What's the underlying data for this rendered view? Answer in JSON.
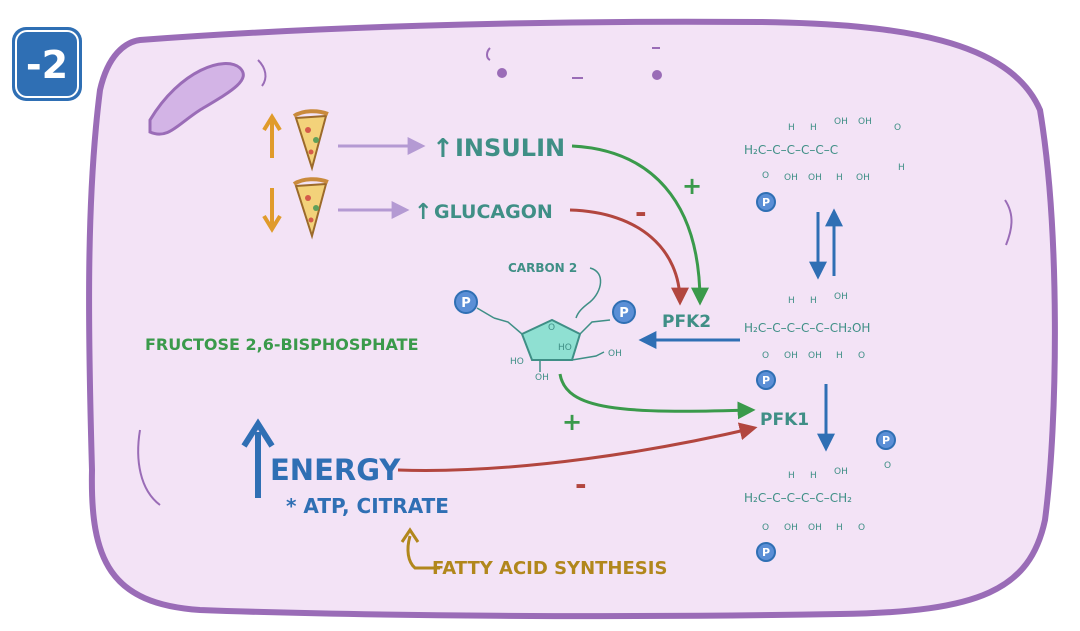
{
  "badge": {
    "number": "-2",
    "color": "#2f6fb4"
  },
  "colors": {
    "cell_fill": "#f3e3f6",
    "cell_border": "#9a6cb7",
    "purple_arrow": "#b49ad3",
    "teal": "#3f8f86",
    "green": "#3a9a4b",
    "red": "#b2463f",
    "blue": "#2f6fb4",
    "orange": "#e09b2b",
    "gold": "#b1871c"
  },
  "hormones": {
    "insulin": {
      "label": "INSULIN",
      "arrow": "↑"
    },
    "glucagon": {
      "label": "GLUCAGON",
      "arrow": "↑"
    }
  },
  "signs": {
    "plus": "+",
    "minus": "-"
  },
  "enzymes": {
    "pfk2": "PFK2",
    "pfk1": "PFK1"
  },
  "molecules": {
    "f26bp_label": "FRUCTOSE 2,6-BISPHOSPHATE",
    "carbon2_label": "CARBON 2",
    "phosphate": "P"
  },
  "chem": {
    "h": "H",
    "oh": "OH",
    "o": "O",
    "ho": "HO",
    "h2c": "H₂C",
    "ch2": "CH₂",
    "ch2oh": "CH₂OH",
    "glucose_chain": "H₂C–C–C–C–C–C",
    "f6p_chain": "H₂C–C–C–C–C–CH₂OH",
    "f16bp_chain": "H₂C–C–C–C–C–CH₂"
  },
  "energy": {
    "label": "ENERGY",
    "subtitle": "* ATP, CITRATE",
    "fatty_acid": "FATTY ACID SYNTHESIS"
  },
  "icons": [
    "pizza-icon",
    "phosphate-icon",
    "mitochondrion-icon",
    "arrow-icon"
  ]
}
